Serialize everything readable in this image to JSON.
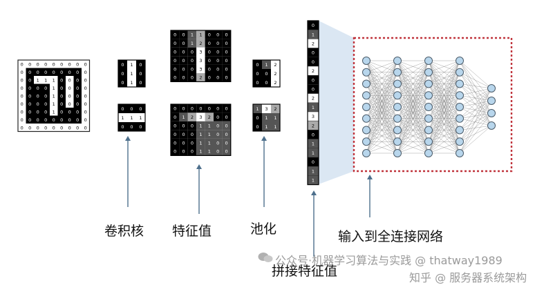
{
  "colors": {
    "black": "#000000",
    "gray1": "#555555",
    "gray2": "#777777",
    "gray3": "#aaaaaa",
    "white": "#ffffff",
    "arrow": "#4d6f8c",
    "node_fill": "#b8d6ec",
    "node_stroke": "#4a5a68",
    "frame": "#c0343c",
    "funnel": "#d5e3f1"
  },
  "labels": {
    "kernel": "卷积核",
    "feature": "特征值",
    "pooling": "池化",
    "concat": "拼接特征值",
    "fc": "输入到全连接网络"
  },
  "watermarks": {
    "line1": "公众号·机器学习算法与实践 @ thatway1989",
    "line2": "知乎 @ 服务器系统架构"
  },
  "input_matrix": {
    "values": [
      [
        0,
        0,
        0,
        0,
        0,
        0,
        0,
        0,
        0
      ],
      [
        0,
        0,
        0,
        0,
        0,
        0,
        0,
        0,
        0
      ],
      [
        0,
        0,
        1,
        1,
        1,
        0,
        0,
        0,
        0
      ],
      [
        0,
        0,
        0,
        0,
        1,
        0,
        0,
        0,
        0
      ],
      [
        0,
        0,
        0,
        0,
        1,
        0,
        0,
        0,
        0
      ],
      [
        0,
        0,
        0,
        0,
        1,
        0,
        0,
        0,
        0
      ],
      [
        0,
        0,
        0,
        0,
        1,
        0,
        0,
        0,
        0
      ],
      [
        0,
        0,
        0,
        0,
        0,
        0,
        0,
        0,
        0
      ],
      [
        0,
        0,
        0,
        0,
        0,
        0,
        0,
        0,
        0
      ]
    ],
    "shade": [
      [
        3,
        3,
        3,
        3,
        3,
        3,
        3,
        3,
        3
      ],
      [
        3,
        0,
        0,
        0,
        0,
        0,
        0,
        0,
        3
      ],
      [
        3,
        0,
        3,
        3,
        3,
        0,
        3,
        0,
        3
      ],
      [
        3,
        0,
        0,
        0,
        3,
        0,
        3,
        0,
        3
      ],
      [
        3,
        0,
        0,
        0,
        3,
        0,
        3,
        0,
        3
      ],
      [
        3,
        0,
        0,
        0,
        3,
        0,
        3,
        0,
        3
      ],
      [
        3,
        0,
        0,
        0,
        3,
        0,
        0,
        0,
        3
      ],
      [
        3,
        0,
        0,
        0,
        0,
        0,
        0,
        0,
        3
      ],
      [
        3,
        3,
        3,
        3,
        3,
        3,
        3,
        3,
        3
      ]
    ]
  },
  "kernel_vertical": {
    "values": [
      [
        0,
        1,
        0
      ],
      [
        0,
        1,
        0
      ],
      [
        0,
        1,
        0
      ]
    ],
    "shade": [
      [
        0,
        3,
        0
      ],
      [
        0,
        3,
        0
      ],
      [
        0,
        3,
        0
      ]
    ]
  },
  "kernel_horizontal": {
    "values": [
      [
        0,
        0,
        0
      ],
      [
        1,
        1,
        1
      ],
      [
        0,
        0,
        0
      ]
    ],
    "shade": [
      [
        0,
        0,
        0
      ],
      [
        3,
        3,
        3
      ],
      [
        0,
        0,
        0
      ]
    ]
  },
  "feature_top": {
    "values": [
      [
        0,
        0,
        1,
        1,
        0,
        0,
        0
      ],
      [
        0,
        0,
        1,
        2,
        0,
        0,
        0
      ],
      [
        0,
        0,
        0,
        3,
        0,
        0,
        0
      ],
      [
        0,
        0,
        0,
        3,
        0,
        0,
        0
      ],
      [
        0,
        0,
        0,
        3,
        0,
        0,
        0
      ],
      [
        0,
        0,
        0,
        2,
        0,
        0,
        0
      ]
    ],
    "shade": [
      [
        0,
        0,
        1,
        2,
        0,
        0,
        0
      ],
      [
        0,
        0,
        1,
        2,
        0,
        0,
        0
      ],
      [
        0,
        0,
        0,
        3,
        0,
        0,
        0
      ],
      [
        0,
        0,
        0,
        3,
        0,
        0,
        0
      ],
      [
        0,
        0,
        0,
        3,
        0,
        0,
        0
      ],
      [
        0,
        0,
        0,
        2,
        0,
        0,
        0
      ]
    ]
  },
  "feature_bottom": {
    "values": [
      [
        0,
        0,
        0,
        0,
        0,
        0,
        0
      ],
      [
        0,
        1,
        2,
        3,
        2,
        0,
        0
      ],
      [
        0,
        0,
        0,
        1,
        1,
        0,
        0
      ],
      [
        0,
        0,
        0,
        1,
        1,
        0,
        0
      ],
      [
        0,
        0,
        0,
        1,
        1,
        0,
        0
      ],
      [
        0,
        0,
        0,
        1,
        1,
        0,
        0
      ]
    ],
    "shade": [
      [
        0,
        0,
        0,
        0,
        0,
        0,
        0
      ],
      [
        0,
        1,
        2,
        3,
        2,
        0,
        0
      ],
      [
        0,
        0,
        0,
        1,
        1,
        1,
        1
      ],
      [
        0,
        0,
        0,
        1,
        1,
        1,
        1
      ],
      [
        0,
        0,
        0,
        1,
        1,
        1,
        1
      ],
      [
        0,
        0,
        0,
        1,
        1,
        1,
        1
      ]
    ]
  },
  "pool_top": {
    "values": [
      [
        0,
        1,
        2
      ],
      [
        0,
        0,
        2
      ],
      [
        0,
        0,
        2
      ]
    ],
    "shade": [
      [
        0,
        1,
        3
      ],
      [
        0,
        0,
        3
      ],
      [
        0,
        0,
        3
      ]
    ]
  },
  "pool_bottom": {
    "values": [
      [
        1,
        3,
        2
      ],
      [
        0,
        1,
        1
      ],
      [
        0,
        1,
        1
      ]
    ],
    "shade": [
      [
        1,
        3,
        2
      ],
      [
        0,
        1,
        1
      ],
      [
        0,
        1,
        1
      ]
    ]
  },
  "concat_vector": {
    "values": [
      0,
      1,
      2,
      0,
      0,
      2,
      0,
      0,
      2,
      1,
      3,
      2,
      0,
      1,
      1,
      0,
      1,
      1
    ],
    "shade": [
      0,
      1,
      3,
      0,
      0,
      3,
      0,
      0,
      3,
      1,
      3,
      2,
      0,
      1,
      1,
      0,
      1,
      1
    ]
  },
  "network": {
    "layers": [
      9,
      9,
      9,
      9,
      4
    ]
  }
}
